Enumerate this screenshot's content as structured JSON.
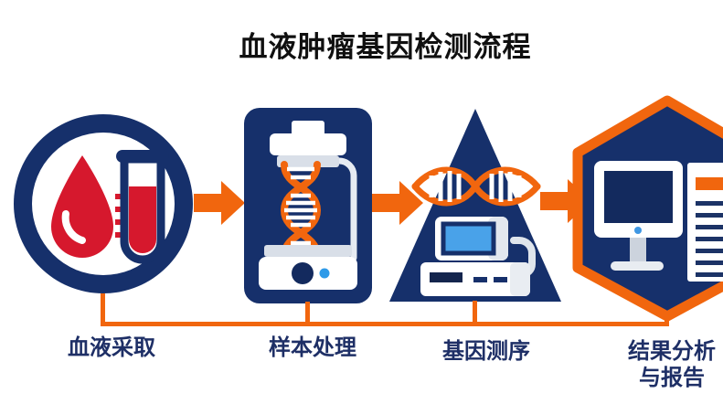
{
  "title": "血液肿瘤基因检测流程",
  "diagram": {
    "stages": [
      {
        "label": "血液采取",
        "shape": "circle",
        "icon": "blood-drop-and-test-tube"
      },
      {
        "label": "样本处理",
        "shape": "rounded-square",
        "icon": "dna-extraction-machine"
      },
      {
        "label": "基因测序",
        "shape": "triangle",
        "icon": "dna-helix-and-sequencer"
      },
      {
        "label": "结果分析与报告",
        "label_line1": "结果分析",
        "label_line2": "与报告",
        "shape": "hexagon",
        "icon": "computer-monitor-and-report"
      }
    ],
    "arrows": [
      "arrow-right-icon",
      "arrow-right-icon",
      "arrow-right-icon"
    ]
  },
  "colors": {
    "navy": "#16306b",
    "navy_dark": "#122756",
    "orange": "#f1660e",
    "red": "#d6182d",
    "accent_blue": "#2e9ae8",
    "label_text": "#1e2f66",
    "title_text": "#101010",
    "background": "#ffffff",
    "light_gray": "#d9dfe8"
  }
}
